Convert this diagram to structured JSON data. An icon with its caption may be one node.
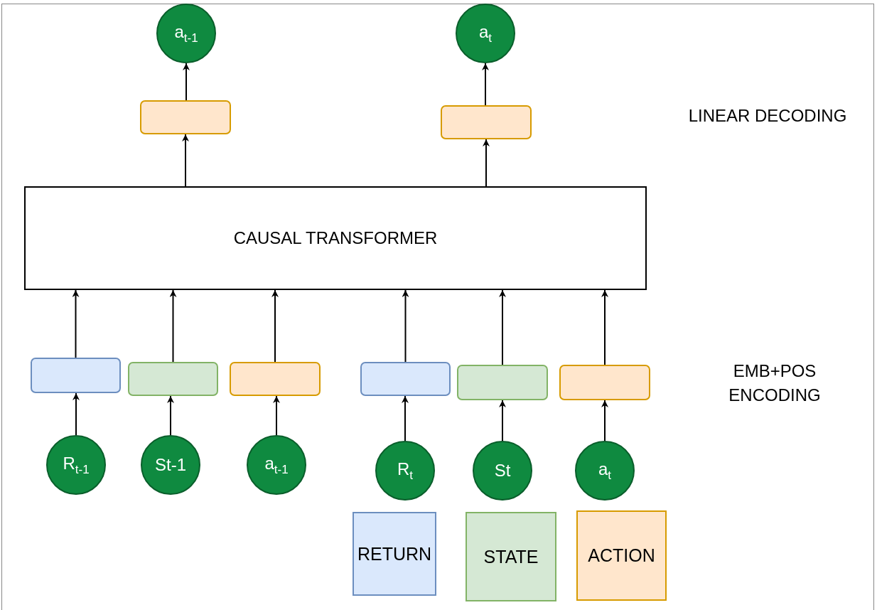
{
  "diagram": {
    "nodes": [
      {
        "text": [
          "a$_{t-1}$"
        ]
      },
      {
        "text": [
          "a$_{t}$"
        ]
      },
      {
        "text": [],
        "shape": "box"
      },
      {
        "text": [],
        "shape": "box"
      },
      {
        "text": [
          "CAUSAL TRANSFORMER"
        ]
      },
      {
        "text": [],
        "shape": "box"
      },
      {
        "text": [],
        "shape": "box"
      },
      {
        "text": [],
        "shape": "box"
      },
      {
        "text": [],
        "shape": "box"
      },
      {
        "text": [],
        "shape": "box"
      },
      {
        "text": [],
        "shape": "box"
      },
      {
        "text": [
          "R$_{t-1}$"
        ]
      },
      {
        "text": [
          "St-1"
        ]
      },
      {
        "text": [
          "a$_{t-1}$"
        ]
      },
      {
        "text": [
          "R$_{t}$"
        ]
      },
      {
        "text": [
          "St"
        ]
      },
      {
        "text": [
          "a$_{t}$"
        ]
      }
    ],
    "edges": [
      {
        "from": 11,
        "to": 5,
        "arrow": "to"
      },
      {
        "from": 12,
        "to": 6,
        "arrow": "to"
      },
      {
        "from": 13,
        "to": 7,
        "arrow": "to"
      },
      {
        "from": 14,
        "to": 8,
        "arrow": "to"
      },
      {
        "from": 15,
        "to": 9,
        "arrow": "to"
      },
      {
        "from": 16,
        "to": 10,
        "arrow": "to"
      },
      {
        "from": 5,
        "to": 4,
        "arrow": "to"
      },
      {
        "from": 6,
        "to": 4,
        "arrow": "to"
      },
      {
        "from": 7,
        "to": 4,
        "arrow": "to"
      },
      {
        "from": 8,
        "to": 4,
        "arrow": "to"
      },
      {
        "from": 9,
        "to": 4,
        "arrow": "to"
      },
      {
        "from": 10,
        "to": 4,
        "arrow": "to"
      },
      {
        "from": 4,
        "to": 2,
        "arrow": "to"
      },
      {
        "from": 4,
        "to": 3,
        "arrow": "to"
      },
      {
        "from": 2,
        "to": 0,
        "arrow": "to"
      },
      {
        "from": 3,
        "to": 1,
        "arrow": "to"
      }
    ],
    "labels": [
      "LINEAR DECODING",
      "EMB+POS ENCODING"
    ],
    "legend": [
      {
        "text": "RETURN",
        "color": "#dae8fc"
      },
      {
        "text": "STATE",
        "color": "#d5e8d4"
      },
      {
        "text": "ACTION",
        "color": "#ffe6cc"
      }
    ]
  }
}
